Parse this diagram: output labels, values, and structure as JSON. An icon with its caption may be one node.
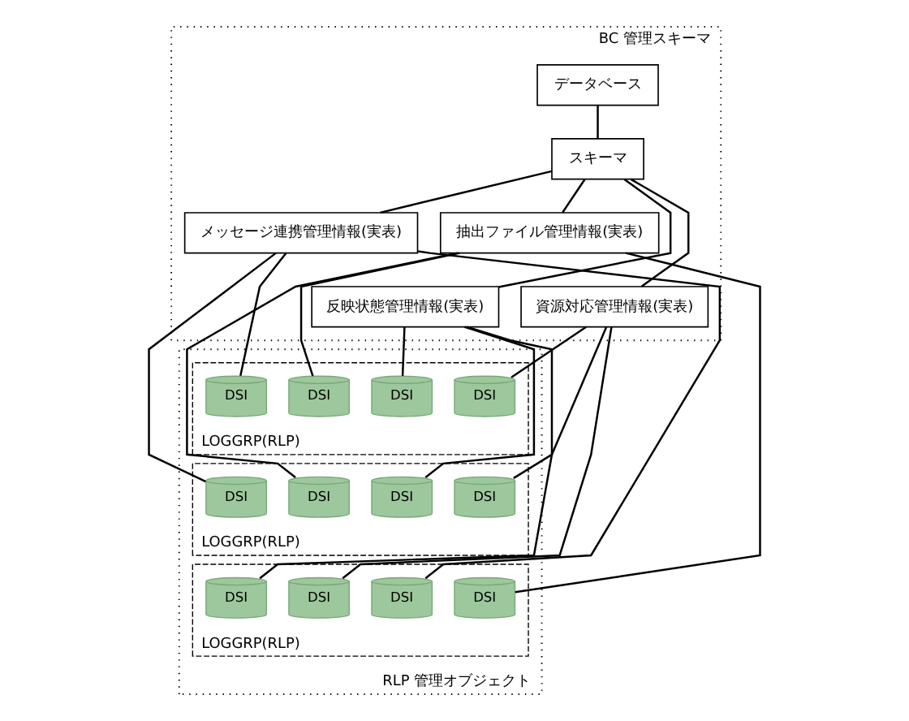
{
  "diagram": {
    "nodes": [
      {
        "text": [
          "BC 管理スキーマ"
        ]
      },
      {
        "text": [
          "データベース"
        ],
        "in": 0
      },
      {
        "text": [
          "スキーマ"
        ],
        "in": 0
      },
      {
        "text": [
          "メッセージ連携管理情報(実表)"
        ],
        "in": 0
      },
      {
        "text": [
          "抽出ファイル管理情報(実表)"
        ],
        "in": 0
      },
      {
        "text": [
          "資源対応管理情報(実表)"
        ],
        "in": 0
      },
      {
        "text": [
          "反映状態管理情報(実表)"
        ],
        "in": 0
      },
      {
        "text": [
          "RLP 管理オブジェクト"
        ]
      },
      {
        "text": [
          "LOGGRP(RLP)"
        ],
        "in": 7
      },
      {
        "text": [
          "DSI"
        ],
        "in": 8
      },
      {
        "text": [
          "DSI"
        ],
        "in": 8
      },
      {
        "text": [
          "DSI"
        ],
        "in": 8
      },
      {
        "text": [
          "DSI"
        ],
        "in": 8
      },
      {
        "text": [
          "LOGGRP(RLP)"
        ],
        "in": 7
      },
      {
        "text": [
          "DSI"
        ],
        "in": 13
      },
      {
        "text": [
          "DSI"
        ],
        "in": 13
      },
      {
        "text": [
          "DSI"
        ],
        "in": 13
      },
      {
        "text": [
          "DSI"
        ],
        "in": 13
      },
      {
        "text": [
          "LOGGRP(RLP)"
        ],
        "in": 7
      },
      {
        "text": [
          "DSI"
        ],
        "in": 18
      },
      {
        "text": [
          "DSI"
        ],
        "in": 18
      },
      {
        "text": [
          "DSI"
        ],
        "in": 18
      },
      {
        "text": [
          "DSI"
        ],
        "in": 18
      }
    ],
    "edges": [
      {
        "from": 1,
        "to": 2,
        "arrow": "none"
      },
      {
        "from": 2,
        "to": 5,
        "arrow": "none"
      },
      {
        "from": 2,
        "to": 3,
        "arrow": "none"
      },
      {
        "from": 2,
        "to": 6,
        "arrow": "none"
      },
      {
        "from": 2,
        "to": 4,
        "arrow": "none"
      },
      {
        "from": 5,
        "to": 9,
        "arrow": "none"
      },
      {
        "from": 5,
        "to": 14,
        "arrow": "none"
      },
      {
        "from": 5,
        "to": 19,
        "arrow": "none"
      },
      {
        "from": 3,
        "to": 10,
        "arrow": "none"
      },
      {
        "from": 3,
        "to": 15,
        "arrow": "none"
      },
      {
        "from": 3,
        "to": 20,
        "arrow": "none"
      },
      {
        "from": 6,
        "to": 11,
        "arrow": "none"
      },
      {
        "from": 6,
        "to": 16,
        "arrow": "none"
      },
      {
        "from": 6,
        "to": 21,
        "arrow": "none"
      },
      {
        "from": 4,
        "to": 12,
        "arrow": "none"
      },
      {
        "from": 4,
        "to": 17,
        "arrow": "none"
      },
      {
        "from": 4,
        "to": 22,
        "arrow": "none"
      }
    ]
  }
}
